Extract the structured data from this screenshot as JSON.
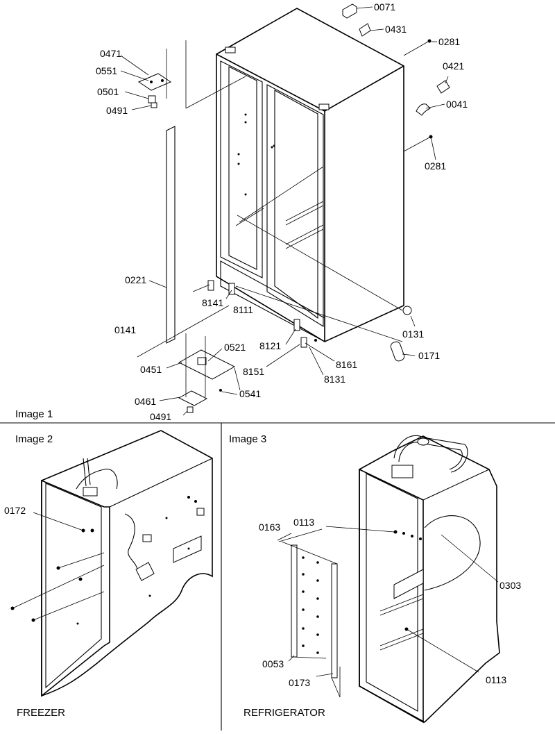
{
  "panels": {
    "image1": {
      "caption": "Image 1",
      "callouts": [
        "0071",
        "0431",
        "0281",
        "0421",
        "0041",
        "0281",
        "0471",
        "0551",
        "0501",
        "0491",
        "0221",
        "8141",
        "8111",
        "0131",
        "0141",
        "8121",
        "8161",
        "0171",
        "0451",
        "0521",
        "8151",
        "8131",
        "0461",
        "0541",
        "0491"
      ]
    },
    "image2": {
      "caption": "Image 2",
      "title": "FREEZER",
      "callouts": [
        "0172"
      ]
    },
    "image3": {
      "caption": "Image 3",
      "title": "REFRIGERATOR",
      "callouts": [
        "0163",
        "0113",
        "0303",
        "0053",
        "0173",
        "0113"
      ]
    }
  }
}
